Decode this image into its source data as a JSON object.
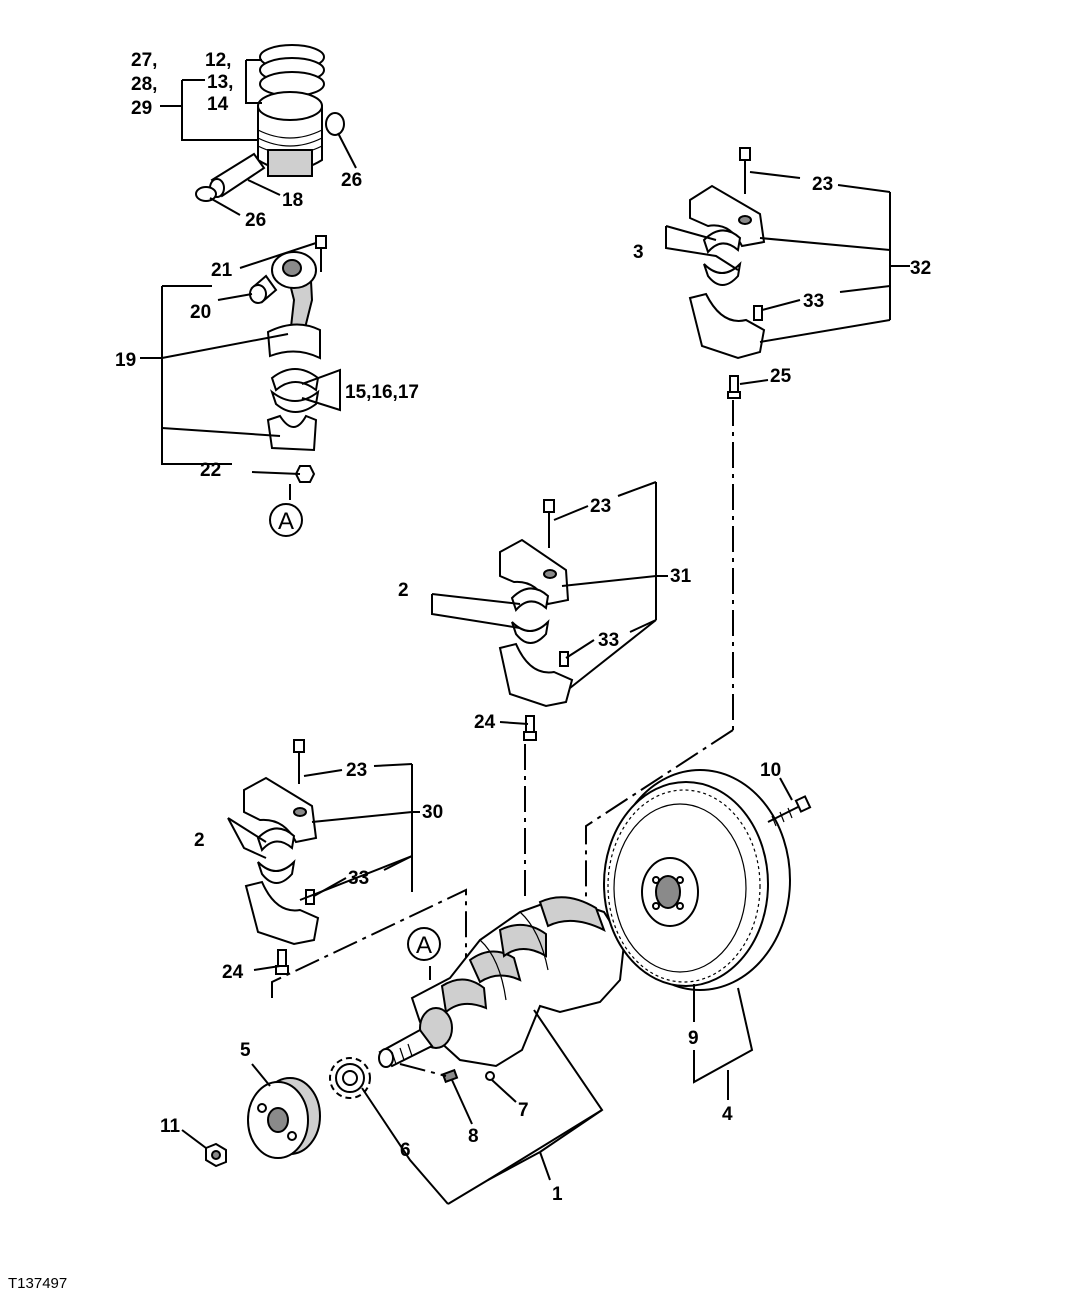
{
  "figure_id": "T137497",
  "reference_letter": "A",
  "callouts": {
    "c27": "27,",
    "c28": "28,",
    "c29": "29",
    "c12": "12,",
    "c13": "13,",
    "c14": "14",
    "c26": "26",
    "c18": "18",
    "c21": "21",
    "c20": "20",
    "c19": "19",
    "c15": "15,16,17",
    "c22": "22",
    "c23": "23",
    "c3": "3",
    "c32": "32",
    "c33": "33",
    "c25": "25",
    "c2": "2",
    "c31": "31",
    "c24": "24",
    "c30": "30",
    "c10": "10",
    "c9": "9",
    "c4": "4",
    "c5": "5",
    "c11": "11",
    "c6": "6",
    "c8": "8",
    "c7": "7",
    "c1": "1"
  }
}
